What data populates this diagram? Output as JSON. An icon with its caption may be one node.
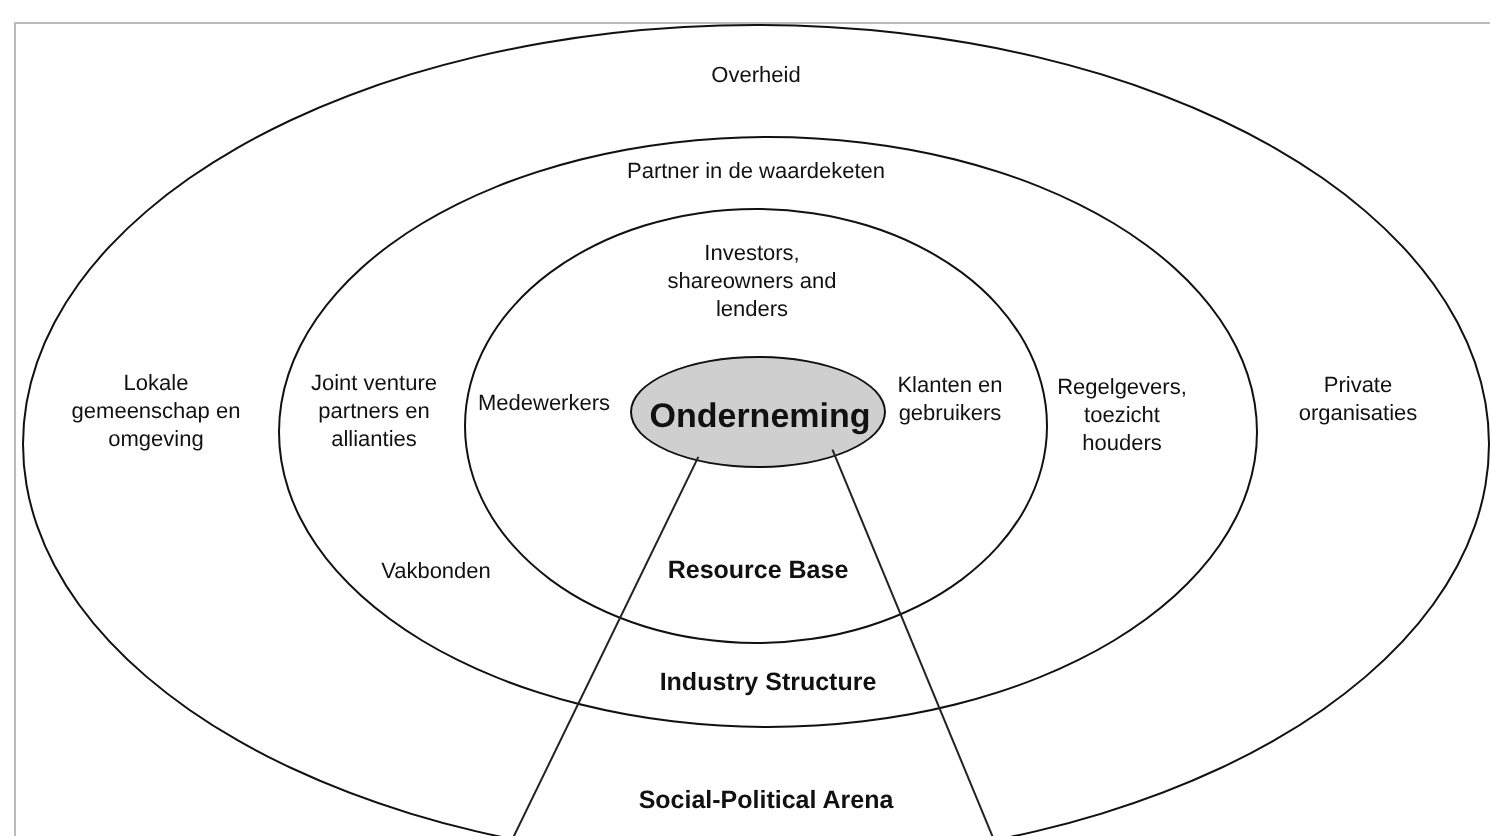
{
  "diagram": {
    "nodes": [
      {
        "text": [
          "Social-Political Arena"
        ]
      },
      {
        "text": [
          "Industry Structure"
        ],
        "in": 0
      },
      {
        "text": [
          "Resource Base"
        ],
        "in": 1
      },
      {
        "text": [
          "Onderneming"
        ],
        "in": 2
      }
    ],
    "edges": [
      {
        "from": 3,
        "to": null,
        "arrow": "none"
      },
      {
        "from": 3,
        "to": null,
        "arrow": "none"
      }
    ],
    "labels": [
      "Overheid",
      "Partner in de waardeketen",
      "Investors, shareowners and lenders",
      "Lokale gemeenschap en omgeving",
      "Joint venture partners en allianties",
      "Medewerkers",
      "Klanten en gebruikers",
      "Regelgevers, toezicht houders",
      "Private organisaties",
      "Vakbonden"
    ]
  }
}
